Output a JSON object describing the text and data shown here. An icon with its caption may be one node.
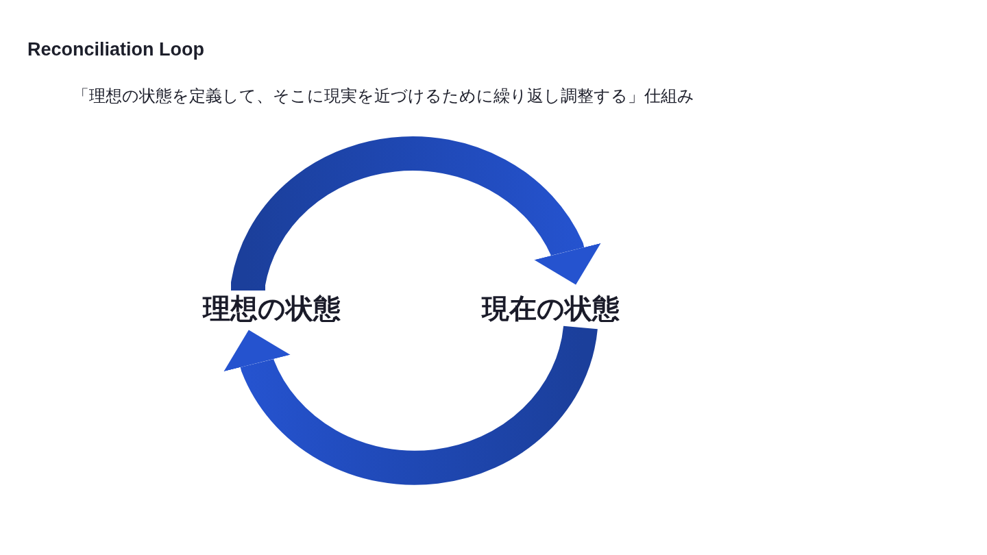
{
  "diagram": {
    "title": "Reconciliation Loop",
    "nodes": [
      {
        "text": [
          "理想の状態"
        ]
      },
      {
        "text": [
          "現在の状態"
        ]
      }
    ],
    "edges": [
      {
        "from": 0,
        "to": 1,
        "arrow": "to"
      },
      {
        "from": 1,
        "to": 0,
        "arrow": "to"
      }
    ],
    "labels": [
      "「理想の状態を定義して、そこに現実を近づけるために繰り返し調整する」仕組み"
    ]
  }
}
